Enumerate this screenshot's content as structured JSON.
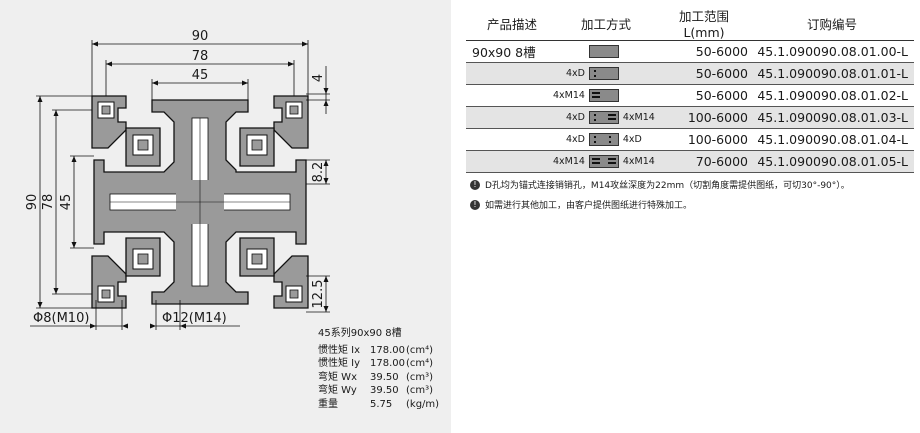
{
  "drawing": {
    "dims": {
      "top_90": "90",
      "top_78": "78",
      "top_45": "45",
      "right_4": "4",
      "right_8_2": "8.2",
      "right_12_5": "12.5",
      "left_90": "90",
      "left_78": "78",
      "left_45": "45",
      "bottom_left": "Φ8(M10)",
      "bottom_center": "Φ12(M14)"
    }
  },
  "properties": {
    "title": "45系列90x90 8槽",
    "rows": [
      {
        "label": "惯性矩 Ix",
        "value": "178.00",
        "unit": "(cm⁴)"
      },
      {
        "label": "惯性矩 Iy",
        "value": "178.00",
        "unit": "(cm⁴)"
      },
      {
        "label": "弯矩 Wx",
        "value": "39.50",
        "unit": "(cm³)"
      },
      {
        "label": "弯矩 Wy",
        "value": "39.50",
        "unit": "(cm³)"
      },
      {
        "label": "重量",
        "value": "5.75",
        "unit": "(kg/m)"
      }
    ]
  },
  "table": {
    "headers": [
      "产品描述",
      "加工方式",
      "加工范围L(mm)",
      "订购编号"
    ],
    "rows": [
      {
        "desc": "90x90 8槽",
        "left": "",
        "right": "",
        "range": "50-6000",
        "code": "45.1.090090.08.01.00-L",
        "shaded": false
      },
      {
        "desc": "",
        "left": "4xD",
        "right": "",
        "range": "50-6000",
        "code": "45.1.090090.08.01.01-L",
        "shaded": true
      },
      {
        "desc": "",
        "left": "4xM14",
        "right": "",
        "range": "50-6000",
        "code": "45.1.090090.08.01.02-L",
        "shaded": false
      },
      {
        "desc": "",
        "left": "4xD",
        "right": "4xM14",
        "range": "100-6000",
        "code": "45.1.090090.08.01.03-L",
        "shaded": true
      },
      {
        "desc": "",
        "left": "4xD",
        "right": "4xD",
        "range": "100-6000",
        "code": "45.1.090090.08.01.04-L",
        "shaded": false
      },
      {
        "desc": "",
        "left": "4xM14",
        "right": "4xM14",
        "range": "70-6000",
        "code": "45.1.090090.08.01.05-L",
        "shaded": true
      }
    ]
  },
  "notes": [
    "D孔均为锚式连接销销孔，M14攻丝深度为22mm（切割角度需提供图纸，可切30°-90°）。",
    "如需进行其他加工，由客户提供图纸进行特殊加工。"
  ]
}
